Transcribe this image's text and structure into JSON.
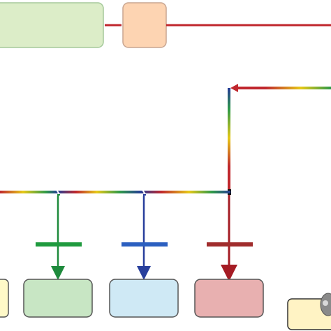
{
  "diagram": {
    "boxes": [
      {
        "id": "green-box-top",
        "label": "",
        "fill": "#dcedc8",
        "stroke": "#a5c99a"
      },
      {
        "id": "peach-box-top",
        "label": "",
        "fill": "#fdd4b2",
        "stroke": "#c8a590"
      },
      {
        "id": "yellow-box-left",
        "label": "",
        "fill": "#fff9c8",
        "stroke": "#555555"
      },
      {
        "id": "green-box-bottom",
        "label": "",
        "fill": "#c8e6c4",
        "stroke": "#555555"
      },
      {
        "id": "blue-box-bottom",
        "label": "",
        "fill": "#cfe9f5",
        "stroke": "#555555"
      },
      {
        "id": "red-box-bottom",
        "label": "",
        "fill": "#e8b0b0",
        "stroke": "#555555"
      },
      {
        "id": "yellow-box-right",
        "label": "",
        "fill": "#fff3c4",
        "stroke": "#333333"
      }
    ],
    "colors": {
      "red_line": "#c0272d",
      "green_arrow": "#1e8a3c",
      "blue_arrow": "#283f9c",
      "dark_red_arrow": "#a51c24",
      "green_bar": "#1f9a3e",
      "blue_bar": "#2b5fc0",
      "dark_red_bar": "#a02c2c",
      "spectrum": [
        "#c0272d",
        "#e6c817",
        "#2e9a48",
        "#253d95"
      ]
    }
  }
}
